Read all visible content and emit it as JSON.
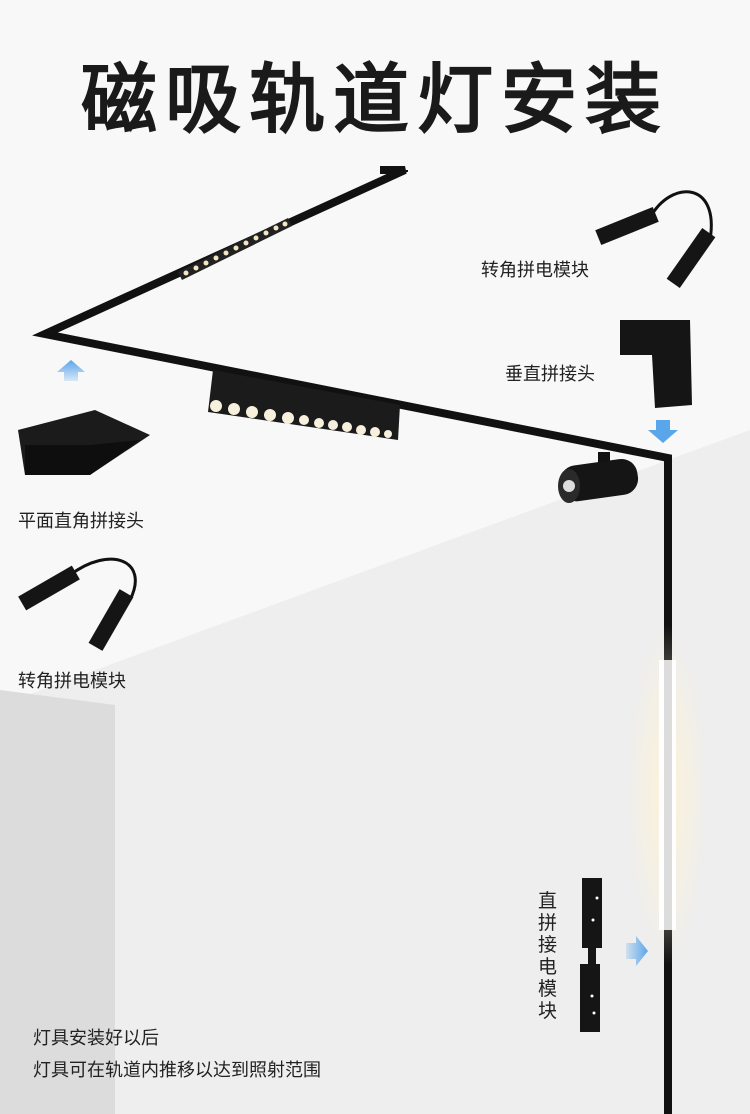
{
  "title": "磁吸轨道灯安装",
  "labels": {
    "corner_module_top": "转角拼电模块",
    "vertical_connector": "垂直拼接头",
    "flat_right_angle_connector": "平面直角拼接头",
    "corner_module_left": "转角拼电模块",
    "straight_module": "直拼接电模块"
  },
  "notes": [
    "灯具安装好以后",
    "灯具可在轨道内推移以达到照射范围"
  ],
  "colors": {
    "track": "#111111",
    "arrow": "#5aa6ea",
    "wall": "#dedede",
    "ceiling": "#fafafa"
  }
}
